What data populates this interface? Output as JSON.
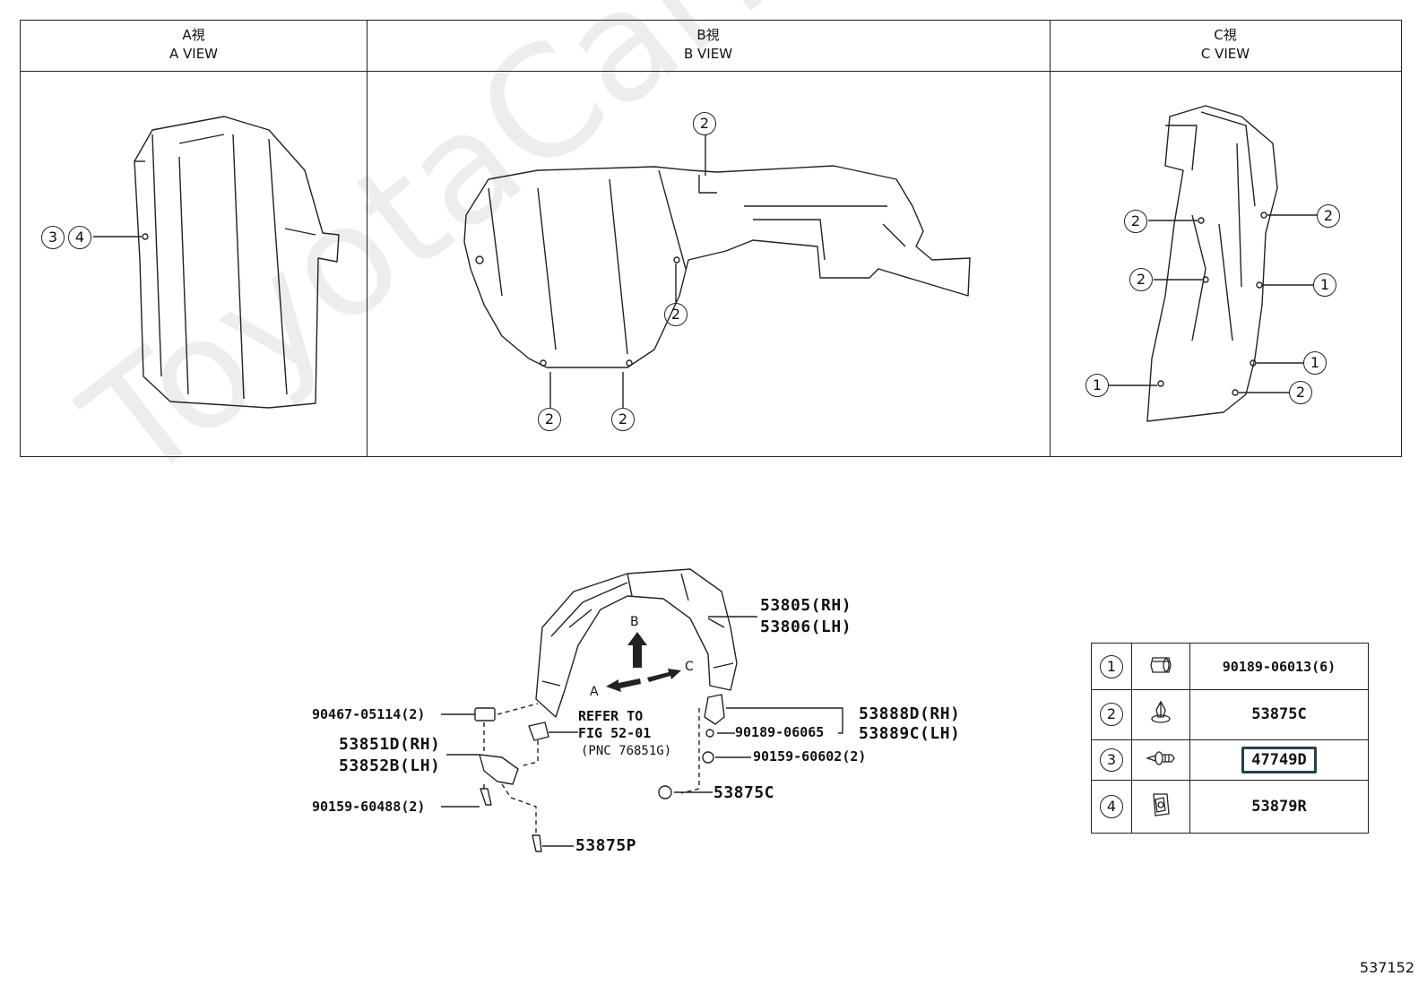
{
  "views": [
    {
      "jp": "A視",
      "en": "A VIEW"
    },
    {
      "jp": "B視",
      "en": "B VIEW"
    },
    {
      "jp": "C視",
      "en": "C VIEW"
    }
  ],
  "callouts": {
    "one": "1",
    "two": "2",
    "three": "3",
    "four": "4"
  },
  "parts": {
    "liner_rh": "53805(RH)",
    "liner_lh": "53806(LH)",
    "clip_90467": "90467-05114(2)",
    "bracket_rh": "53851D(RH)",
    "bracket_lh": "53852B(LH)",
    "bolt_90159_488": "90159-60488(2)",
    "screw_53875p": "53875P",
    "refer_1": "REFER TO",
    "refer_2": "FIG 52-01",
    "refer_3": "(PNC 76851G)",
    "seal_rh": "53888D(RH)",
    "seal_lh": "53889C(LH)",
    "nut_90189_065": "90189-06065",
    "bolt_90159_602": "90159-60602(2)",
    "clip_53875c": "53875C"
  },
  "arrows": {
    "a": "A",
    "b": "B",
    "c": "C"
  },
  "legend": [
    {
      "num": "1",
      "icon": "nut-icon",
      "part": "90189-06013(6)",
      "highlight": false
    },
    {
      "num": "2",
      "icon": "push-clip-icon",
      "part": "53875C",
      "highlight": false
    },
    {
      "num": "3",
      "icon": "screw-grommet-icon",
      "part": "47749D",
      "highlight": true
    },
    {
      "num": "4",
      "icon": "clip-nut-icon",
      "part": "53879R",
      "highlight": false
    }
  ],
  "image_number": "537152",
  "watermark": "ToyotaCarMine.ru"
}
